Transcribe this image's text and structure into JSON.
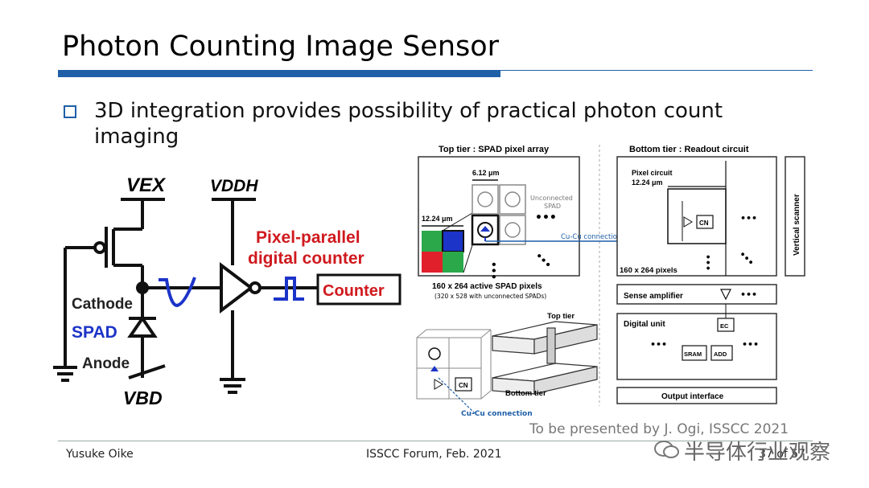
{
  "slide": {
    "title": "Photon Counting Image Sensor",
    "bullet": "3D integration provides possibility of practical photon count imaging",
    "credit": "To be presented by J. Ogi, ISSCC 2021",
    "watermark": "半导体行业观察"
  },
  "footer": {
    "author": "Yusuke Oike",
    "event": "ISSCC Forum, Feb. 2021",
    "page": "37 of 57"
  },
  "circuit": {
    "vex": "VEX",
    "vddh": "VDDH",
    "vbd": "VBD",
    "cathode": "Cathode",
    "spad": "SPAD",
    "anode": "Anode",
    "pixel_parallel_line1": "Pixel-parallel",
    "pixel_parallel_line2": "digital counter",
    "counter": "Counter"
  },
  "top_tier": {
    "heading": "Top tier : SPAD pixel array",
    "dim_small": "6.12 μm",
    "dim_large": "12.24 μm",
    "unconnected_line1": "Unconnected",
    "unconnected_line2": "SPAD",
    "caption1": "160 x 264 active SPAD pixels",
    "caption2": "(320 x 528 with unconnected SPADs)",
    "cu_cu": "Cu-Cu connection"
  },
  "bottom_tier": {
    "heading": "Bottom tier : Readout circuit",
    "pixel_circuit_line1": "Pixel circuit",
    "pixel_circuit_line2": "12.24 μm",
    "cn": "CN",
    "pixels": "160 x 264 pixels",
    "vertical_scanner": "Vertical scanner",
    "sense_amplifier": "Sense amplifier",
    "digital_unit": "Digital unit",
    "ec": "EC",
    "sram": "SRAM",
    "add": "ADD",
    "output_interface": "Output interface"
  },
  "stack": {
    "top_tier": "Top tier",
    "bottom_tier": "Bottom tier",
    "cn": "CN",
    "cu_cu": "Cu-Cu connection"
  },
  "colors": {
    "accent_blue": "#1f5fa8",
    "counter_red": "#d0191e",
    "spad_blue": "#1c34c8",
    "pixel_green": "#2aa84a",
    "pixel_red": "#e0202a"
  }
}
